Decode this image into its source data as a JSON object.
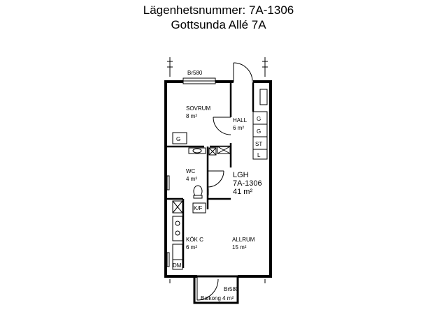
{
  "header": {
    "line1": "Lägenhetsnummer: 7A-1306",
    "line2": "Gottsunda Allé 7A"
  },
  "plan": {
    "apartment": {
      "label": "LGH",
      "number": "7A-1306",
      "area": "41 m²"
    },
    "rooms": [
      {
        "id": "sovrum",
        "name": "SOVRUM",
        "area": "8 m²"
      },
      {
        "id": "hall",
        "name": "HALL",
        "area": "6 m²"
      },
      {
        "id": "wc",
        "name": "WC",
        "area": "4 m²"
      },
      {
        "id": "kok",
        "name": "KÖK C",
        "area": "6 m²"
      },
      {
        "id": "allrum",
        "name": "ALLRUM",
        "area": "15 m²"
      }
    ],
    "balcony": {
      "name": "Balkong 4 m²"
    },
    "windows": {
      "top": "Br580",
      "bottom": "Br580"
    },
    "fixtures": {
      "closets": [
        "G",
        "G",
        "ST",
        "L"
      ],
      "bedroom_closet": "G",
      "kf": "K/F",
      "dm": "DM"
    }
  }
}
